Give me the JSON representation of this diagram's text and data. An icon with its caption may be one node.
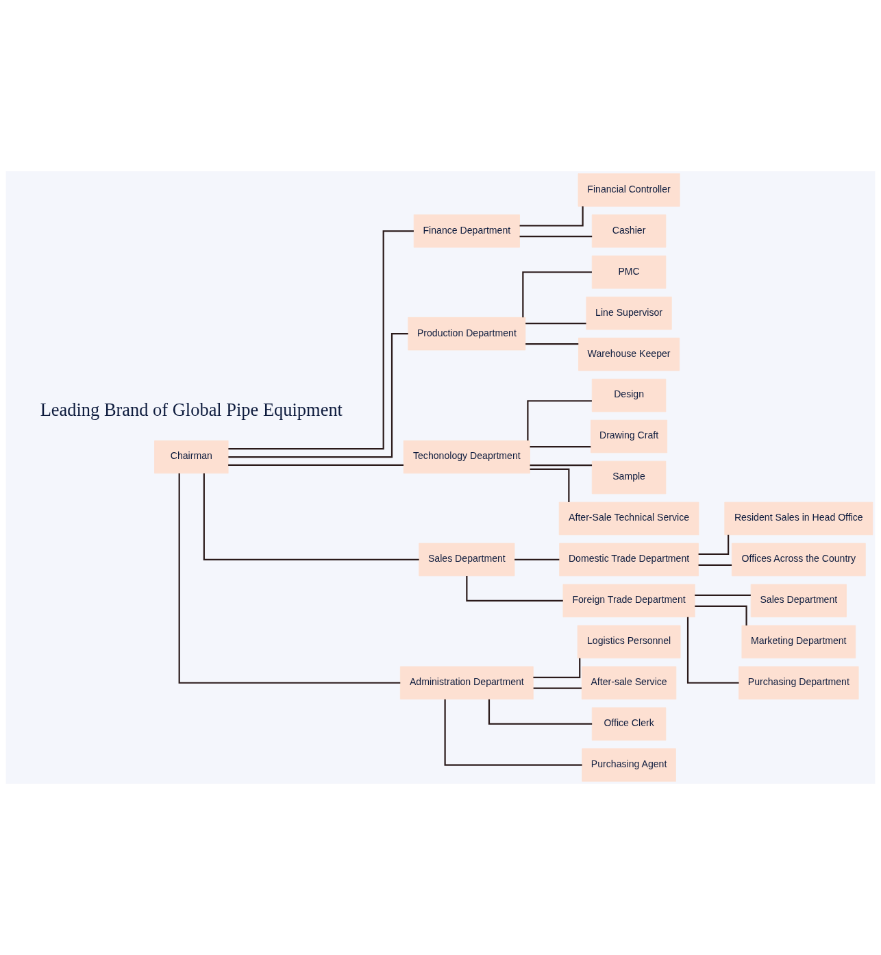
{
  "diagram": {
    "nodes": [
      {
        "text": [
          "Chairman"
        ]
      },
      {
        "text": [
          "Finance Department"
        ]
      },
      {
        "text": [
          "Production Department"
        ]
      },
      {
        "text": [
          "Techonology Deaprtment"
        ]
      },
      {
        "text": [
          "Sales Department"
        ]
      },
      {
        "text": [
          "Administration Department"
        ]
      },
      {
        "text": [
          "Financial Controller"
        ]
      },
      {
        "text": [
          "Cashier"
        ]
      },
      {
        "text": [
          "PMC"
        ]
      },
      {
        "text": [
          "Line Supervisor"
        ]
      },
      {
        "text": [
          "Warehouse Keeper"
        ]
      },
      {
        "text": [
          "Design"
        ]
      },
      {
        "text": [
          "Drawing Craft"
        ]
      },
      {
        "text": [
          "Sample"
        ]
      },
      {
        "text": [
          "After-Sale Technical Service"
        ]
      },
      {
        "text": [
          "Domestic Trade Department"
        ]
      },
      {
        "text": [
          "Foreign Trade Department"
        ]
      },
      {
        "text": [
          "Resident Sales in Head Office"
        ]
      },
      {
        "text": [
          "Offices Across the Country"
        ]
      },
      {
        "text": [
          "Sales Department"
        ]
      },
      {
        "text": [
          "Marketing Department"
        ]
      },
      {
        "text": [
          "Purchasing Department"
        ]
      },
      {
        "text": [
          "Logistics Personnel"
        ]
      },
      {
        "text": [
          "After-sale Service"
        ]
      },
      {
        "text": [
          "Office Clerk"
        ]
      },
      {
        "text": [
          "Purchasing Agent"
        ]
      }
    ],
    "edges": [
      {
        "from": 0,
        "to": 1,
        "arrow": "none"
      },
      {
        "from": 0,
        "to": 2,
        "arrow": "none"
      },
      {
        "from": 0,
        "to": 3,
        "arrow": "none"
      },
      {
        "from": 0,
        "to": 4,
        "arrow": "none"
      },
      {
        "from": 0,
        "to": 5,
        "arrow": "none"
      },
      {
        "from": 1,
        "to": 6,
        "arrow": "none"
      },
      {
        "from": 1,
        "to": 7,
        "arrow": "none"
      },
      {
        "from": 2,
        "to": 8,
        "arrow": "none"
      },
      {
        "from": 2,
        "to": 9,
        "arrow": "none"
      },
      {
        "from": 2,
        "to": 10,
        "arrow": "none"
      },
      {
        "from": 3,
        "to": 11,
        "arrow": "none"
      },
      {
        "from": 3,
        "to": 12,
        "arrow": "none"
      },
      {
        "from": 3,
        "to": 13,
        "arrow": "none"
      },
      {
        "from": 3,
        "to": 14,
        "arrow": "none"
      },
      {
        "from": 4,
        "to": 15,
        "arrow": "none"
      },
      {
        "from": 4,
        "to": 16,
        "arrow": "none"
      },
      {
        "from": 15,
        "to": 17,
        "arrow": "none"
      },
      {
        "from": 15,
        "to": 18,
        "arrow": "none"
      },
      {
        "from": 16,
        "to": 19,
        "arrow": "none"
      },
      {
        "from": 16,
        "to": 20,
        "arrow": "none"
      },
      {
        "from": 16,
        "to": 21,
        "arrow": "none"
      },
      {
        "from": 5,
        "to": 22,
        "arrow": "none"
      },
      {
        "from": 5,
        "to": 23,
        "arrow": "none"
      },
      {
        "from": 5,
        "to": 24,
        "arrow": "none"
      },
      {
        "from": 5,
        "to": 25,
        "arrow": "none"
      }
    ],
    "labels": [
      "Leading Brand of Global Pipe Equipment"
    ]
  }
}
